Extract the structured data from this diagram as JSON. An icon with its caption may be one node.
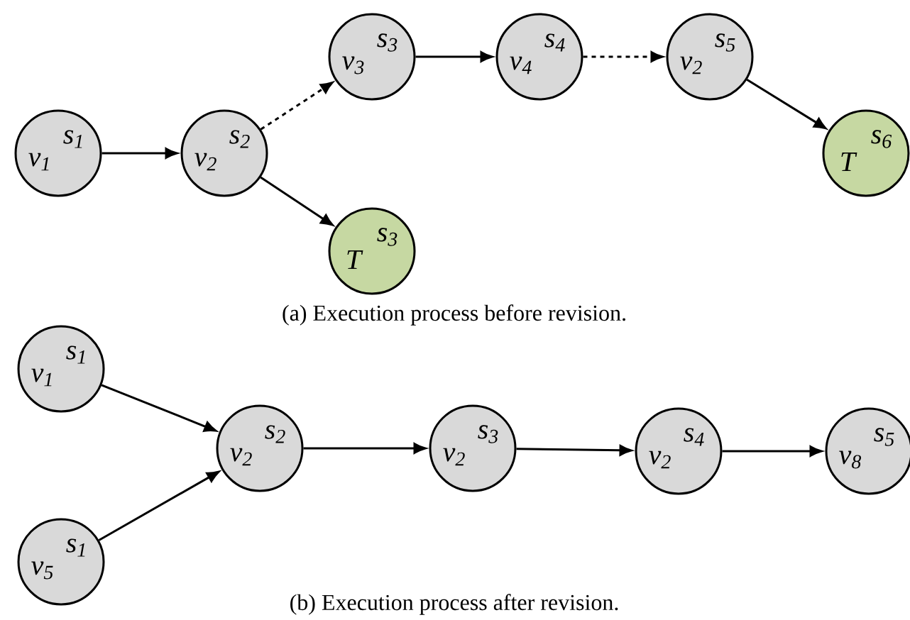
{
  "diagram": {
    "nodes": [
      {
        "text": [
          "v$_{1}$",
          "s$_{1}$"
        ]
      },
      {
        "text": [
          "v$_{2}$",
          "s$_{2}$"
        ]
      },
      {
        "text": [
          "v$_{3}$",
          "s$_{3}$"
        ]
      },
      {
        "text": [
          "v$_{4}$",
          "s$_{4}$"
        ]
      },
      {
        "text": [
          "v$_{2}$",
          "s$_{5}$"
        ]
      },
      {
        "text": [
          "T",
          "s$_{3}$"
        ]
      },
      {
        "text": [
          "T",
          "s$_{6}$"
        ]
      },
      {
        "text": [
          "v$_{1}$",
          "s$_{1}$"
        ]
      },
      {
        "text": [
          "v$_{5}$",
          "s$_{1}$"
        ]
      },
      {
        "text": [
          "v$_{2}$",
          "s$_{2}$"
        ]
      },
      {
        "text": [
          "v$_{2}$",
          "s$_{3}$"
        ]
      },
      {
        "text": [
          "v$_{2}$",
          "s$_{4}$"
        ]
      },
      {
        "text": [
          "v$_{8}$",
          "s$_{5}$"
        ]
      }
    ],
    "edges": [
      {
        "from": 0,
        "to": 1,
        "arrow": "to"
      },
      {
        "from": 1,
        "to": 2,
        "arrow": "to",
        "style": "dashed"
      },
      {
        "from": 2,
        "to": 3,
        "arrow": "to"
      },
      {
        "from": 3,
        "to": 4,
        "arrow": "to",
        "style": "dashed"
      },
      {
        "from": 4,
        "to": 6,
        "arrow": "to"
      },
      {
        "from": 1,
        "to": 5,
        "arrow": "to"
      },
      {
        "from": 7,
        "to": 9,
        "arrow": "to"
      },
      {
        "from": 8,
        "to": 9,
        "arrow": "to"
      },
      {
        "from": 9,
        "to": 10,
        "arrow": "to"
      },
      {
        "from": 10,
        "to": 11,
        "arrow": "to"
      },
      {
        "from": 11,
        "to": 12,
        "arrow": "to"
      }
    ],
    "labels": [
      "(a) Execution process before revision.",
      "(b) Execution process after revision."
    ]
  }
}
